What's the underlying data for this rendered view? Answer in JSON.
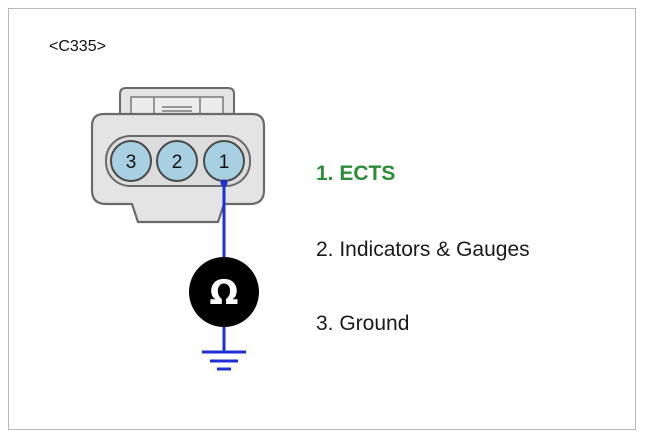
{
  "connector_id": "<C335>",
  "pins": [
    {
      "label": "3"
    },
    {
      "label": "2"
    },
    {
      "label": "1"
    }
  ],
  "meter_symbol": "Ω",
  "meter_icon": "ohmmeter-icon",
  "ground_icon": "ground-symbol-icon",
  "legend": [
    {
      "label": "1. ECTS",
      "highlighted": true
    },
    {
      "label": "2. Indicators & Gauges",
      "highlighted": false
    },
    {
      "label": "3. Ground",
      "highlighted": false
    }
  ],
  "colors": {
    "pin_fill": "#a8d0e2",
    "probe_wire": "#1f2fd6",
    "highlight_text": "#2e8b3a"
  }
}
